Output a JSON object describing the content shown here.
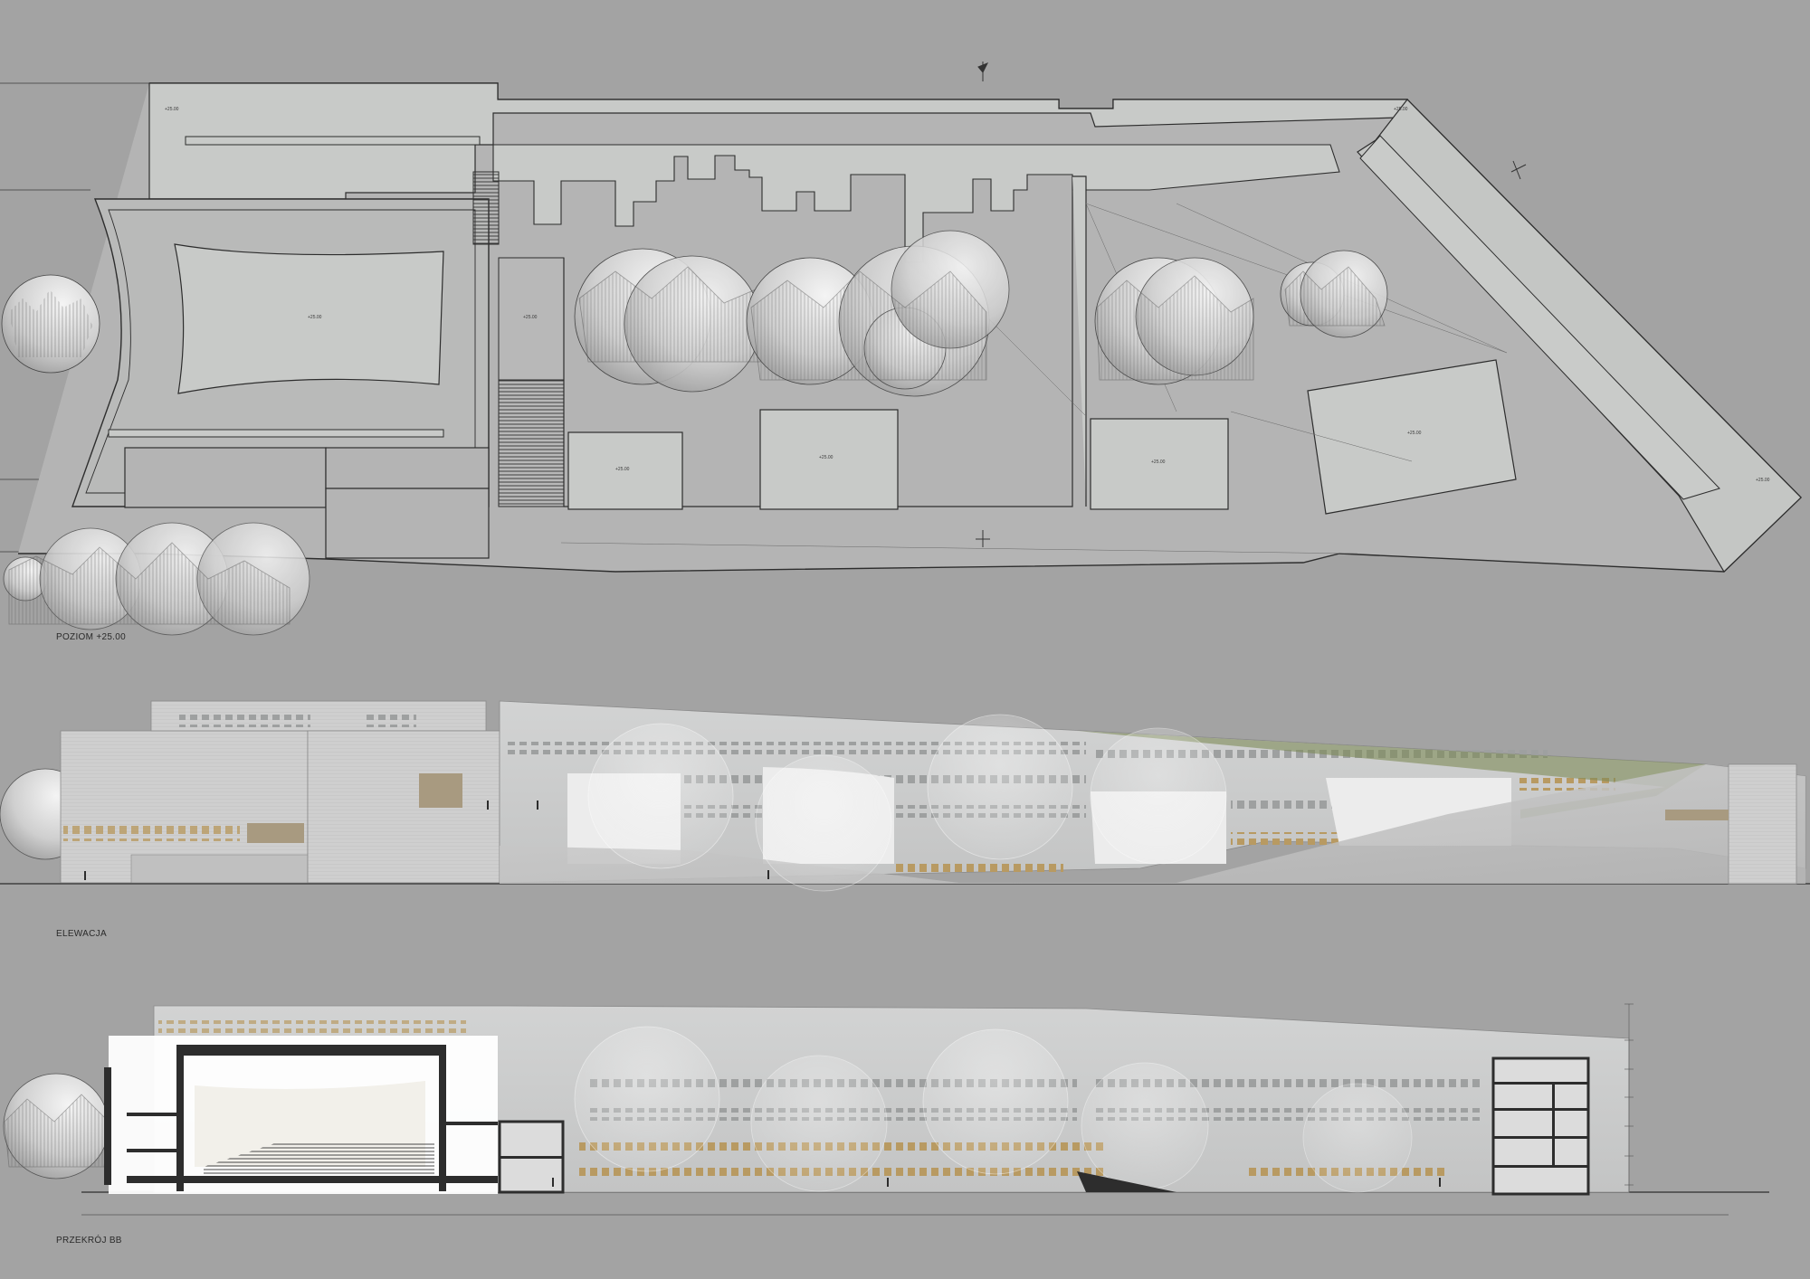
{
  "captions": {
    "plan": "POZIOM +25.00",
    "elevation": "ELEWACJA",
    "section": "PRZEKRÓJ BB"
  },
  "colors": {
    "background": "#a3a3a3",
    "building_fill": "#c8cac8",
    "wall_light": "#d6d6d6",
    "wall_dark": "#bcbcbc",
    "line": "#2d2d2d",
    "sphere": "#e4e4e4",
    "warm_window": "#b99a63",
    "green_roof": "#7a8a56"
  },
  "icons": {
    "north_arrow": "north-arrow-icon",
    "section_marker": "section-marker-icon",
    "human_figure": "human-figure-icon"
  }
}
